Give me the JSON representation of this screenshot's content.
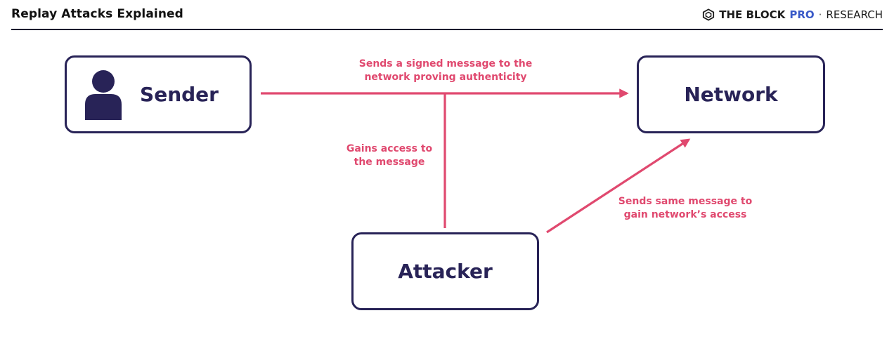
{
  "header": {
    "title": "Replay Attacks Explained",
    "brand": {
      "name_part1": "THE BLOCK",
      "name_part2": "PRO",
      "separator": "·",
      "name_part3": "RESEARCH",
      "icon": "block-cube-icon"
    }
  },
  "diagram": {
    "nodes": {
      "sender": {
        "label": "Sender",
        "icon": "person-icon"
      },
      "network": {
        "label": "Network"
      },
      "attacker": {
        "label": "Attacker"
      }
    },
    "edges": {
      "sender_to_network": "Sends a signed message to the\nnetwork proving authenticity",
      "attacker_intercept": "Gains access to\nthe message",
      "attacker_to_network": "Sends same message to\ngain network’s access"
    }
  },
  "colors": {
    "node_border": "#282357",
    "node_text": "#282357",
    "arrow": "#e0496f",
    "label": "#e0496f",
    "brand_accent": "#3a5ac8"
  }
}
